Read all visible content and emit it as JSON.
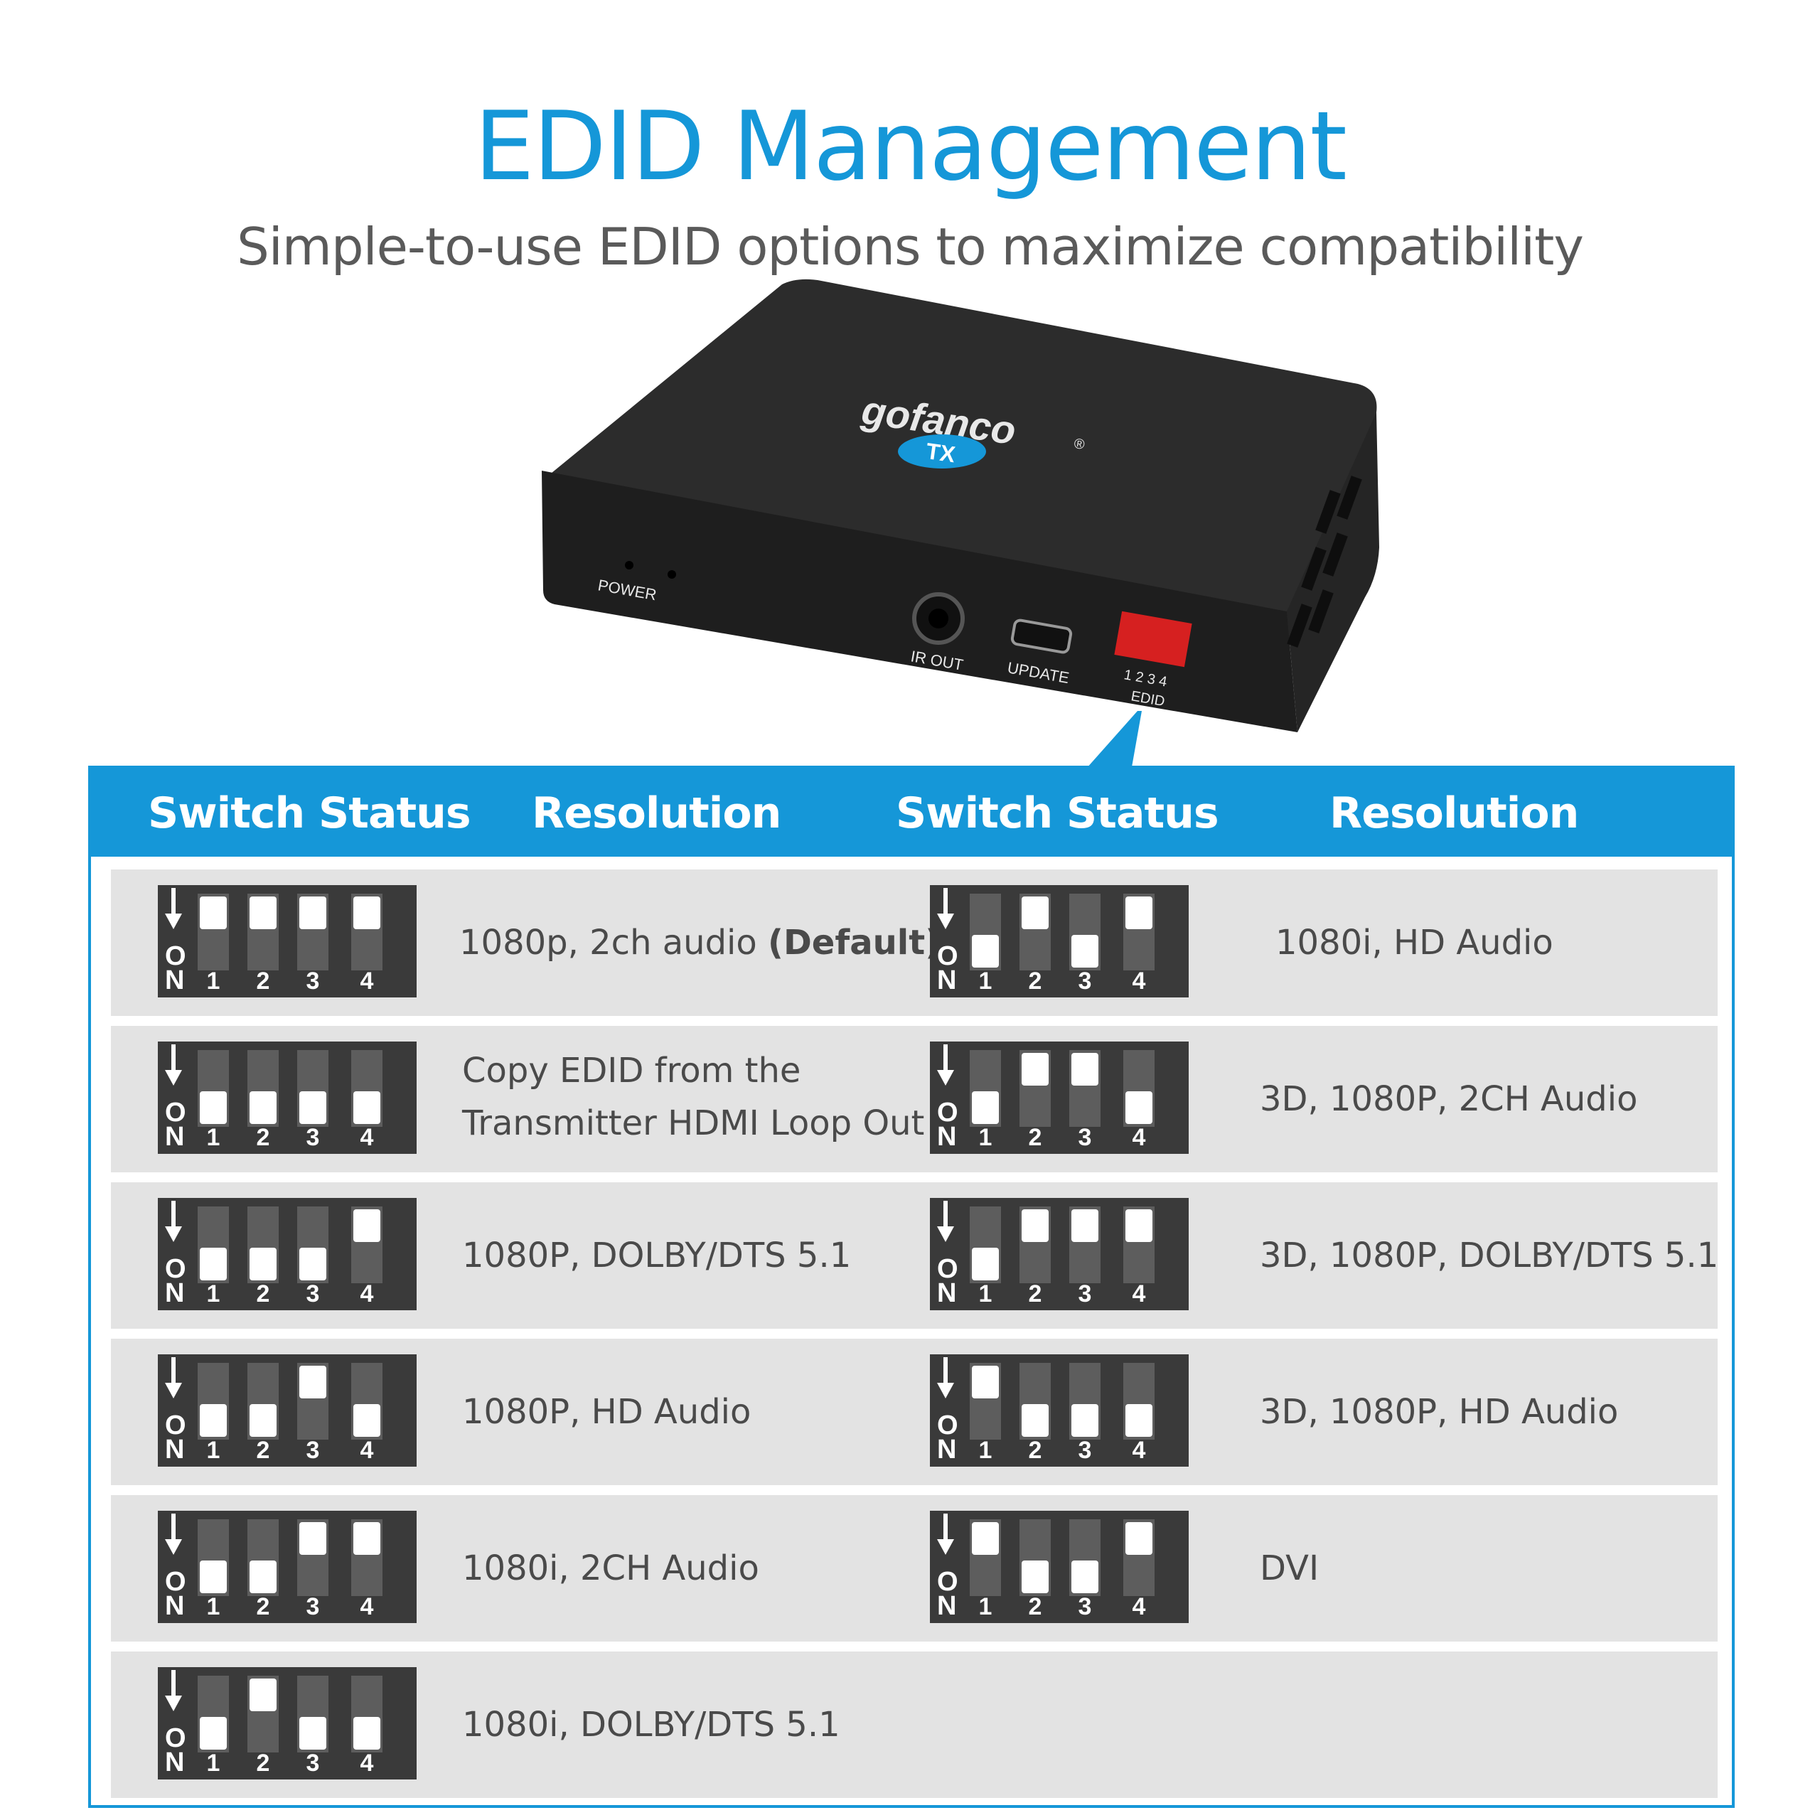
{
  "title": "EDID Management",
  "subtitle": "Simple-to-use EDID options to maximize compatibility",
  "device": {
    "brand": "gofanco",
    "brand_mark": "®",
    "badge": "TX",
    "labels": {
      "power": "POWER",
      "ir_out": "IR OUT",
      "update": "UPDATE",
      "edid": "EDID",
      "dip_numbers": "1 2 3 4"
    }
  },
  "colors": {
    "accent": "#1597d8",
    "row_bg": "#e3e3e3",
    "dip_bg": "#3a3a3a"
  },
  "headers": {
    "switch_status_1": "Switch Status",
    "resolution_1": "Resolution",
    "switch_status_2": "Switch Status",
    "resolution_2": "Resolution"
  },
  "switch_labels": {
    "o": "O",
    "n": "N",
    "numbers": [
      "1",
      "2",
      "3",
      "4"
    ]
  },
  "left": [
    {
      "positions": [
        "up",
        "up",
        "up",
        "up"
      ],
      "line1": "1080p, 2ch audio ",
      "bold": "(Default)"
    },
    {
      "positions": [
        "down",
        "down",
        "down",
        "down"
      ],
      "line1": "Copy EDID from the",
      "line2": "Transmitter HDMI Loop Out"
    },
    {
      "positions": [
        "down",
        "down",
        "down",
        "up"
      ],
      "line1": "1080P, DOLBY/DTS 5.1"
    },
    {
      "positions": [
        "down",
        "down",
        "up",
        "down"
      ],
      "line1": "1080P, HD Audio"
    },
    {
      "positions": [
        "down",
        "down",
        "up",
        "up"
      ],
      "line1": "1080i, 2CH Audio"
    },
    {
      "positions": [
        "down",
        "up",
        "down",
        "down"
      ],
      "line1": "1080i, DOLBY/DTS 5.1"
    }
  ],
  "right": [
    {
      "positions": [
        "down",
        "up",
        "down",
        "up"
      ],
      "line1": "1080i, HD Audio"
    },
    {
      "positions": [
        "down",
        "up",
        "up",
        "down"
      ],
      "line1": "3D, 1080P, 2CH Audio"
    },
    {
      "positions": [
        "down",
        "up",
        "up",
        "up"
      ],
      "line1": "3D, 1080P, DOLBY/DTS 5.1"
    },
    {
      "positions": [
        "up",
        "down",
        "down",
        "down"
      ],
      "line1": "3D, 1080P, HD Audio"
    },
    {
      "positions": [
        "up",
        "down",
        "down",
        "up"
      ],
      "line1": "DVI"
    }
  ]
}
